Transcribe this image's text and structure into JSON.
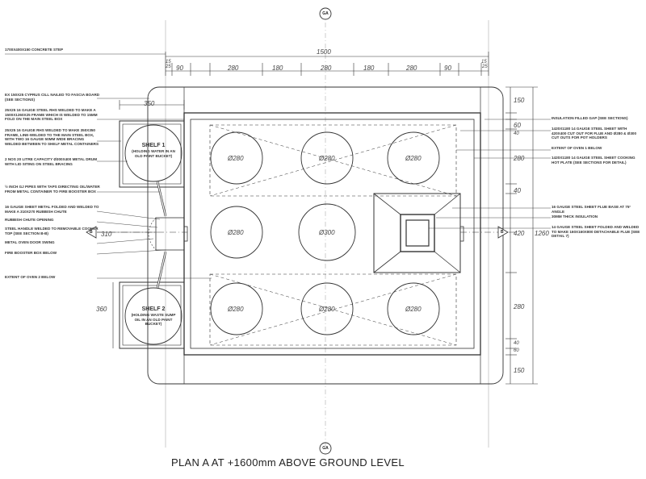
{
  "title": "PLAN A AT +1600mm ABOVE GROUND LEVEL",
  "grid_tag": "GA",
  "section_tag": "B",
  "notes_left": [
    "1700x400x150 CONCRETE STEP",
    "ex 150x25 CYPRUS CILL NAILED TO FASCIA BOARD (SEE SECTIONS)",
    "25x25 16 GAUGE STEEL RHS WELDED TO MAKE A 1500x1260x25 FRAME WHICH IS WELDED TO 15mm FOLD ON THE MAIN STEEL BOX",
    "25x25 16 GAUGE RHS WELDED TO MAKE 350x350 FRAME, LINE-WELDED TO THE MAIN STEEL BOX, WITH TWO 16 GAUGE 50mm WIDE BRACING WELDED BETWEEN TO SHELF METAL CONTAINERS",
    "2 NOS 20 LITRE CAPACITY Ø300x400 METAL DRUM WITH LID SITING ON STEEL BRACING",
    "½ INCH GJ PIPES WITH TAPS DIRECTING OIL/WATER FROM METAL CONTAINER TO FIRE BOOSTER BOX",
    "16 GAUGE SHEET METAL FOLDED AND WELDED TO MAKE A 310x270 RUBBISH CHUTE",
    "RUBBISH CHUTE OPENING",
    "STEEL HANDLE WELDED TO REMOVABLE COOKER TOP (SEE SECTION B-B)",
    "METAL OVEN DOOR SWING",
    "FIRE BOOSTER BOX BELOW",
    "EXTENT OF OVEN 2 BELOW"
  ],
  "notes_right": [
    "INSULATION FILLED GAP (SEE SECTIONS)",
    "1420x1180 14 GAUGE STEEL SHEET WITH 420x400 CUT OUT FOR FLUE AND Ø280 & Ø300 CUT OUTS FOR POT HOLDERS",
    "EXTENT OF OVEN 1 BELOW",
    "1420x1180 14 GAUGE STEEL SHEET COOKING HOT PLATE (SEE SECTIONS FOR DETAIL)",
    "16 GAUGE STEEL SHEET FLUE BASE AT 75° ANGLE",
    "30mm THICK INSULATION",
    "14 GAUGE STEEL SHEET FOLDED AND WELDED TO MAKE 160x160x800 DETACHABLE FLUE (SEE DETAIL 7)"
  ],
  "shelf1": {
    "title": "SHELF 1",
    "note": "(HOLDING WATER IN AN OLD PAINT BUCKET)"
  },
  "shelf2": {
    "title": "SHELF 2",
    "note": "(HOLDING WASTE SUMP OIL IN AN OLD PAINT BUCKET)"
  },
  "pots": [
    "Ø280",
    "Ø280",
    "Ø280",
    "Ø280",
    "Ø300",
    "Ø280",
    "Ø280",
    "Ø280"
  ],
  "dims_top": {
    "overall": "1500",
    "segments": [
      "25",
      "90",
      "280",
      "180",
      "280",
      "180",
      "280",
      "90",
      "25"
    ],
    "small_left": "15",
    "small_right": "15"
  },
  "dims_right": {
    "segments": [
      "150",
      "60",
      "40",
      "280",
      "40",
      "420",
      "280",
      "40",
      "60",
      "150"
    ],
    "overall": "1260"
  },
  "dims_left": {
    "shelf_width": "350",
    "mid": "310",
    "shelf2": "360"
  }
}
